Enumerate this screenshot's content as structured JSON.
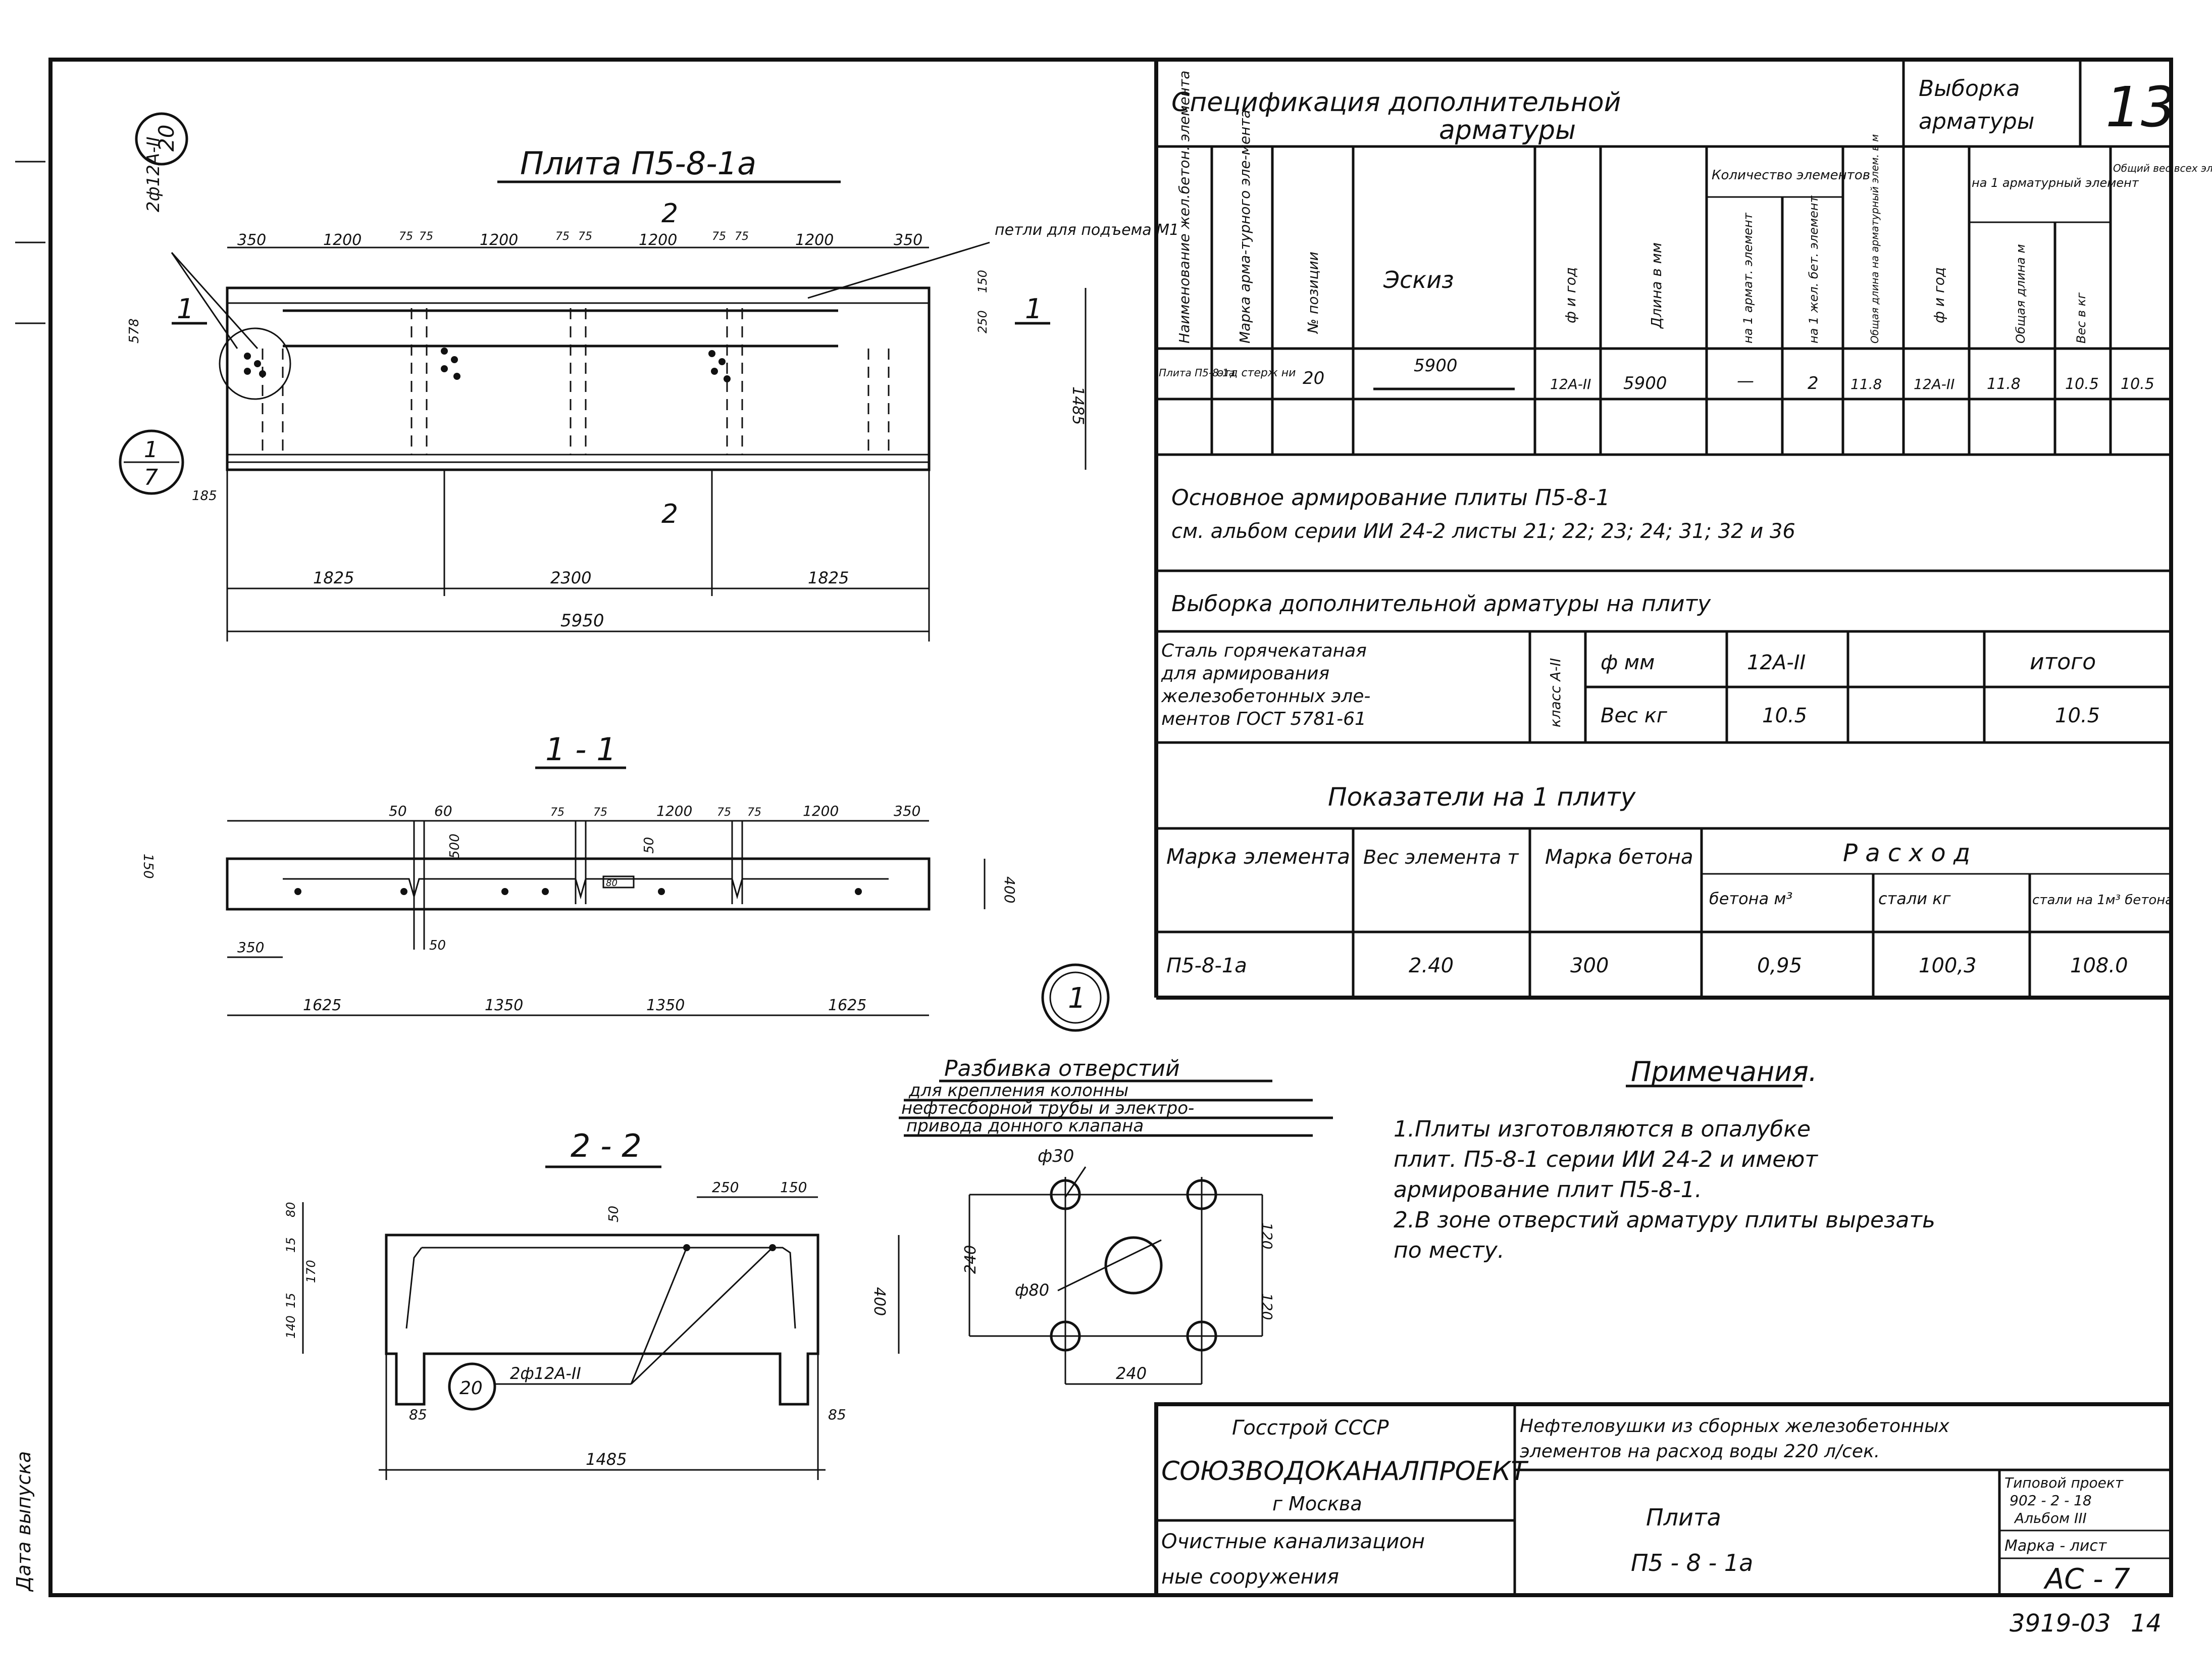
{
  "sheet": {
    "sheet_number": "13",
    "bottom_code": "3919-03",
    "bottom_page": "14",
    "left_margin_text": "Дата выпуска"
  },
  "plan": {
    "title": "Плита П5-8-1а",
    "marks": {
      "circle_20": "20",
      "circle_1": "1",
      "circle_7": "7",
      "rebar_label": "2ф12А-II",
      "section_2": "2",
      "section_1": "1"
    },
    "top_dims": [
      "350",
      "1200",
      "75",
      "75",
      "1200",
      "75",
      "75",
      "1200",
      "75",
      "75",
      "1200",
      "350"
    ],
    "side_dims": [
      "578",
      "185",
      "1485",
      "150",
      "250"
    ],
    "bottom_dims": [
      "1825",
      "2300",
      "1825"
    ],
    "total_dim": "5950",
    "loops_note": "петли для подъема М1"
  },
  "section11": {
    "title": "1 - 1",
    "top_dims": [
      "50",
      "60",
      "75",
      "75",
      "1200",
      "75",
      "75",
      "1200",
      "350"
    ],
    "inner": [
      "500",
      "50",
      "80",
      "50"
    ],
    "side_dims": [
      "150",
      "400"
    ],
    "left_dim": "350",
    "bottom_dims": [
      "1625",
      "1350",
      "1350",
      "1625"
    ]
  },
  "section22": {
    "title": "2 - 2",
    "dims_top": [
      "250",
      "150",
      "50"
    ],
    "dims_left": [
      "80",
      "15",
      "170",
      "15",
      "140"
    ],
    "height": "400",
    "callout_num": "20",
    "callout": "2ф12А-II",
    "side": [
      "85",
      "85"
    ],
    "width": "1485"
  },
  "holes": {
    "circle_mark": "1",
    "title_lines": [
      "Разбивка отверстий",
      "для крепления колонны",
      "нефтесборной трубы и электро-",
      "привода донного клапана"
    ],
    "d30": "ф30",
    "d80": "ф80",
    "left": "240",
    "right_top": "120",
    "right_bottom": "120",
    "bottom": "240"
  },
  "spec": {
    "title_lines": [
      "Спецификация дополнительной",
      "арматуры"
    ],
    "headers": {
      "name": "Наименование жел.бетон. элемента",
      "mark": "Марка арма-турного эле-мента",
      "pos": "№ позиции",
      "sketch": "Эскиз",
      "dia": "ф и год",
      "length": "Длина в мм",
      "qty": "Количество элементов",
      "qty_a": "на 1 армат. элемент",
      "qty_b": "на 1 жел. бет. элемент",
      "total_len": "Общая длина на арматурный элем. в м"
    },
    "row": {
      "name": "Плита П5-8-1а",
      "mark": "отд стерж ни",
      "pos": "20",
      "sketch_len": "5900",
      "dia": "12А-II",
      "length": "5900",
      "qty_a": "—",
      "qty_b": "2",
      "total": "11.8"
    }
  },
  "selection": {
    "title_lines": [
      "Выборка",
      "арматуры"
    ],
    "headers": {
      "dia": "ф и год",
      "on1": "на 1 арматурный элемент",
      "len": "Общая длина м",
      "wt": "Вес в кг",
      "total": "Общий вес всех элементов кг"
    },
    "row": {
      "dia": "12А-II",
      "len": "11.8",
      "wt": "10.5",
      "total": "10.5"
    }
  },
  "basic": {
    "line1": "Основное армирование плиты П5-8-1",
    "line2": "см. альбом серии ИИ 24-2 листы 21; 22; 23; 24; 31; 32 и 36"
  },
  "extra": {
    "title": "Выборка дополнительной арматуры на плиту",
    "steel_lines": [
      "Сталь горячекатаная",
      "для армирования",
      "железобетонных эле-",
      "ментов ГОСТ 5781-61"
    ],
    "klass": "класс А-II",
    "dmm": "ф мм",
    "ves": "Вес кг",
    "steel": "12А-II",
    "itogo": "итого",
    "weight": "10.5",
    "itogo_weight": "10.5"
  },
  "indicators": {
    "title": "Показатели на 1 плиту",
    "h_mark": "Марка элемента",
    "h_weight": "Вес элемента т",
    "h_concrete_mark": "Марка бетона",
    "h_rashod": "Р а с х о д",
    "h_concrete": "бетона м³",
    "h_steel": "стали кг",
    "h_steel_per": "стали на 1м³ бетона",
    "row": {
      "mark": "П5-8-1а",
      "weight": "2.40",
      "concrete_mark": "300",
      "concrete": "0,95",
      "steel": "100,3",
      "steel_per": "108.0"
    }
  },
  "notes": {
    "title": "Примечания.",
    "lines": [
      "1.Плиты изготовляются в опалубке",
      "плит. П5-8-1 серии ИИ 24-2 и имеют",
      "армирование плит П5-8-1.",
      "2.В зоне отверстий арматуру плиты вырезать",
      "по месту."
    ]
  },
  "stamp": {
    "org1": "Госстрой СССР",
    "org2": "СОЮЗВОДОКАНАЛПРОЕКТ",
    "city": "г Москва",
    "dept1": "Очистные канализацион",
    "dept2": "ные сооружения",
    "project1": "Нефтеловушки из сборных железобетонных",
    "project2": "элементов на расход воды 220 л/сек.",
    "item1": "Плита",
    "item2": "П5 - 8 - 1а",
    "typ1": "Типовой проект",
    "typ2": "902 - 2 - 18",
    "album": "Альбом III",
    "marka": "Марка - лист",
    "code": "АС - 7"
  }
}
